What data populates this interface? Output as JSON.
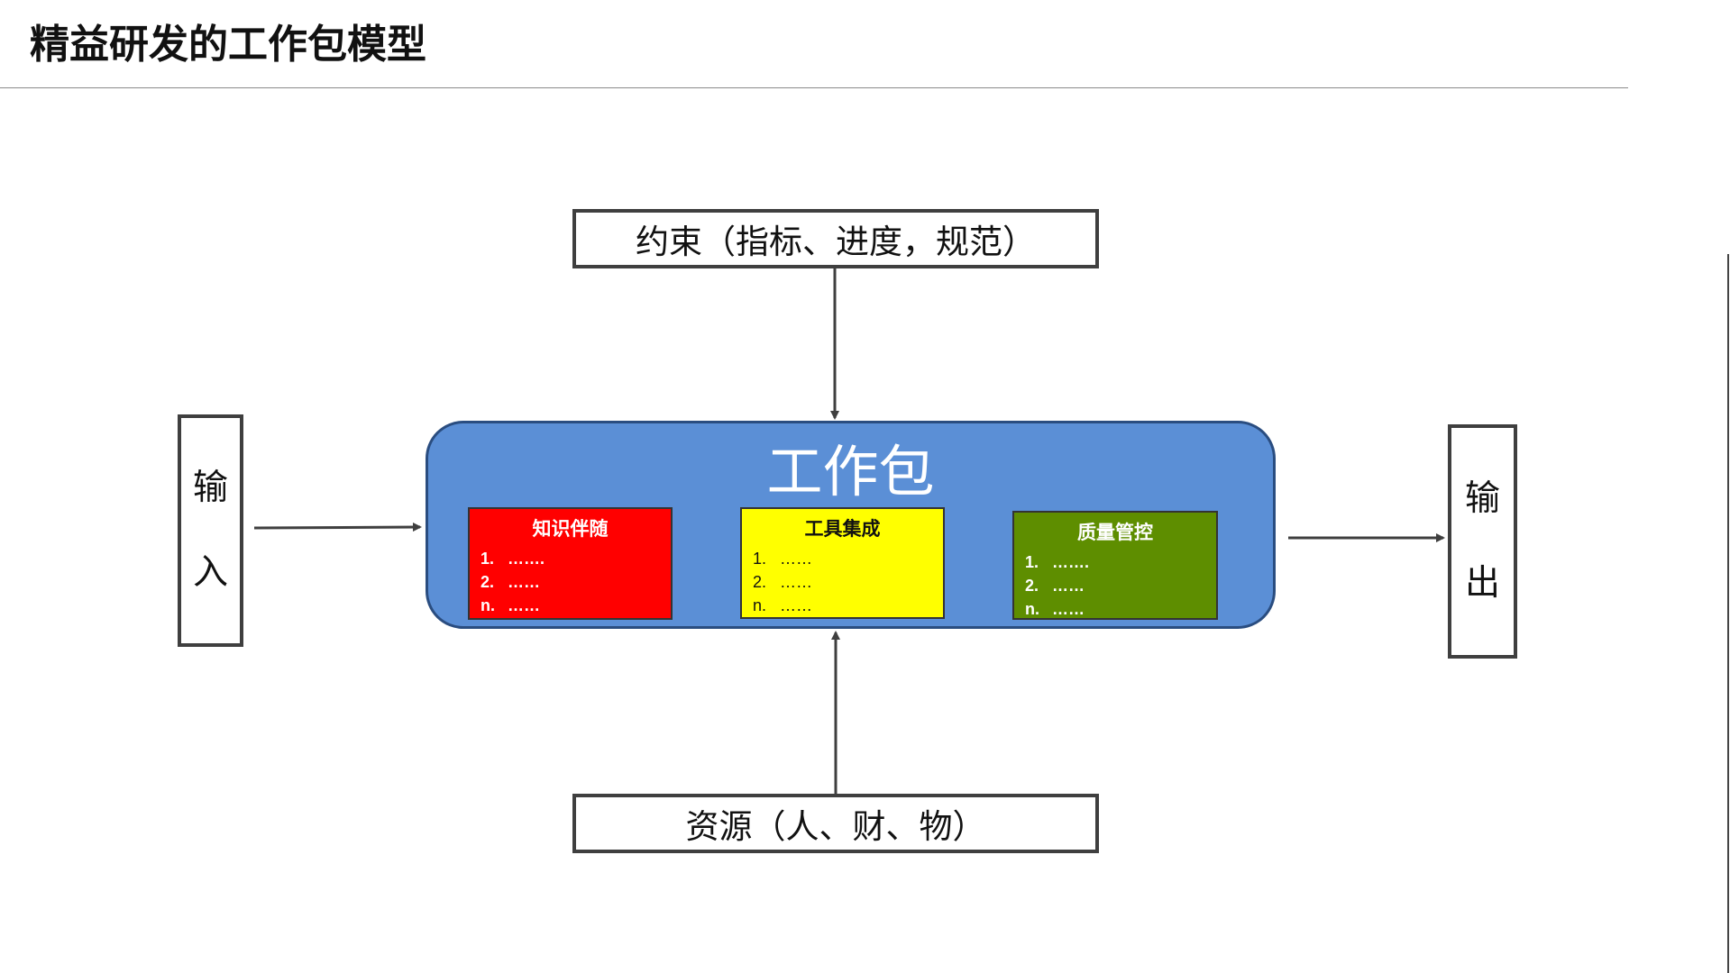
{
  "page": {
    "title": "精益研发的工作包模型"
  },
  "constraint": {
    "label": "约束（指标、进度，规范）"
  },
  "resource": {
    "label": "资源（人、财、物）"
  },
  "input": {
    "chars": [
      "输",
      "入"
    ]
  },
  "output": {
    "chars": [
      "输",
      "出"
    ]
  },
  "work_package": {
    "title": "工作包",
    "fill_color": "#5b8fd6",
    "cards": [
      {
        "title": "知识伴随",
        "color": "#ff0000",
        "items": [
          {
            "num": "1.",
            "text": "……."
          },
          {
            "num": "2.",
            "text": "……"
          },
          {
            "num": "n.",
            "text": "……"
          }
        ]
      },
      {
        "title": "工具集成",
        "color": "#ffff00",
        "items": [
          {
            "num": "1.",
            "text": "……"
          },
          {
            "num": "2.",
            "text": "……"
          },
          {
            "num": "n.",
            "text": "……"
          }
        ]
      },
      {
        "title": "质量管控",
        "color": "#5e8e00",
        "items": [
          {
            "num": "1.",
            "text": "……."
          },
          {
            "num": "2.",
            "text": "……"
          },
          {
            "num": "n.",
            "text": "……"
          }
        ]
      }
    ]
  }
}
